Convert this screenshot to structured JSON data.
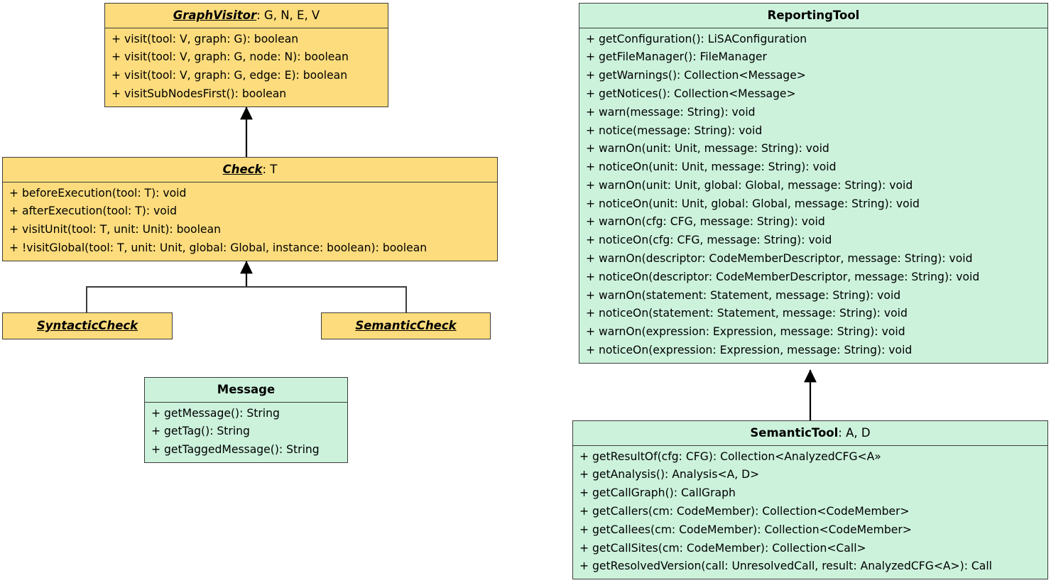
{
  "diagram": {
    "type": "uml-class-diagram",
    "colors": {
      "abstract_fill": "#fcdc7c",
      "concrete_fill": "#ccf2dc",
      "border": "#3c3c3c",
      "text": "#000000",
      "background": "#ffffff"
    },
    "classes": {
      "graphvisitor": {
        "name": "GraphVisitor",
        "type_params": ": G, N, E, V",
        "abstract": true,
        "fill": "abstract",
        "members": [
          "+ visit(tool: V, graph: G): boolean",
          "+ visit(tool: V, graph: G, node: N): boolean",
          "+ visit(tool: V, graph: G, edge: E): boolean",
          "+ visitSubNodesFirst(): boolean"
        ]
      },
      "check": {
        "name": "Check",
        "type_params": ": T",
        "abstract": true,
        "fill": "abstract",
        "members": [
          "+ beforeExecution(tool: T): void",
          "+ afterExecution(tool: T): void",
          "+ visitUnit(tool: T, unit: Unit): boolean",
          "+ !visitGlobal(tool: T, unit: Unit, global: Global, instance: boolean): boolean"
        ]
      },
      "syntacticcheck": {
        "name": "SyntacticCheck",
        "type_params": "",
        "abstract": true,
        "fill": "abstract",
        "members": []
      },
      "semanticcheck": {
        "name": "SemanticCheck",
        "type_params": "",
        "abstract": true,
        "fill": "abstract",
        "members": []
      },
      "message": {
        "name": "Message",
        "type_params": "",
        "abstract": false,
        "fill": "concrete",
        "members": [
          "+ getMessage(): String",
          "+ getTag(): String",
          "+ getTaggedMessage(): String"
        ]
      },
      "reportingtool": {
        "name": "ReportingTool",
        "type_params": "",
        "abstract": false,
        "fill": "concrete",
        "members": [
          "+ getConfiguration(): LiSAConfiguration",
          "+ getFileManager(): FileManager",
          "+ getWarnings(): Collection<Message>",
          "+ getNotices(): Collection<Message>",
          "+ warn(message: String): void",
          "+ notice(message: String): void",
          "+ warnOn(unit: Unit, message: String): void",
          "+ noticeOn(unit: Unit, message: String): void",
          "+ warnOn(unit: Unit, global: Global, message: String): void",
          "+ noticeOn(unit: Unit, global: Global, message: String): void",
          "+ warnOn(cfg: CFG, message: String): void",
          "+ noticeOn(cfg: CFG, message: String): void",
          "+ warnOn(descriptor: CodeMemberDescriptor, message: String): void",
          "+ noticeOn(descriptor: CodeMemberDescriptor, message: String): void",
          "+ warnOn(statement: Statement, message: String): void",
          "+ noticeOn(statement: Statement, message: String): void",
          "+ warnOn(expression: Expression, message: String): void",
          "+ noticeOn(expression: Expression, message: String): void"
        ]
      },
      "semantictool": {
        "name": "SemanticTool",
        "type_params": ": A, D",
        "abstract": false,
        "fill": "concrete",
        "members": [
          "+ getResultOf(cfg: CFG): Collection<AnalyzedCFG<A»",
          "+ getAnalysis(): Analysis<A, D>",
          "+ getCallGraph(): CallGraph",
          "+ getCallers(cm: CodeMember): Collection<CodeMember>",
          "+ getCallees(cm: CodeMember): Collection<CodeMember>",
          "+ getCallSites(cm: CodeMember): Collection<Call>",
          "+ getResolvedVersion(call: UnresolvedCall, result: AnalyzedCFG<A>): Call"
        ]
      }
    },
    "relationships": [
      {
        "kind": "generalization",
        "from": "check",
        "to": "graphvisitor"
      },
      {
        "kind": "generalization",
        "from": "syntacticcheck",
        "to": "check"
      },
      {
        "kind": "generalization",
        "from": "semanticcheck",
        "to": "check"
      },
      {
        "kind": "generalization",
        "from": "semantictool",
        "to": "reportingtool"
      }
    ]
  }
}
